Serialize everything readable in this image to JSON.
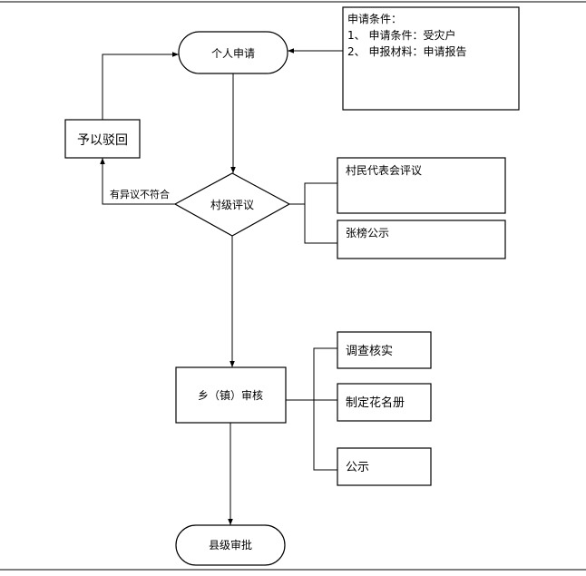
{
  "nodes": {
    "apply": "个人申请",
    "conditions_title": "申请条件：",
    "conditions_item1": "1、 申请条件：受灾户",
    "conditions_item2": "2、 申报材料：申请报告",
    "reject": "予以驳回",
    "village_review": "村级评议",
    "objection_label": "有异议不符合",
    "village_rep": "村民代表会评议",
    "posting": "张榜公示",
    "township_review": "乡（镇）审核",
    "investigate": "调查核实",
    "roster": "制定花名册",
    "publicize": "公示",
    "county_approval": "县级审批"
  }
}
